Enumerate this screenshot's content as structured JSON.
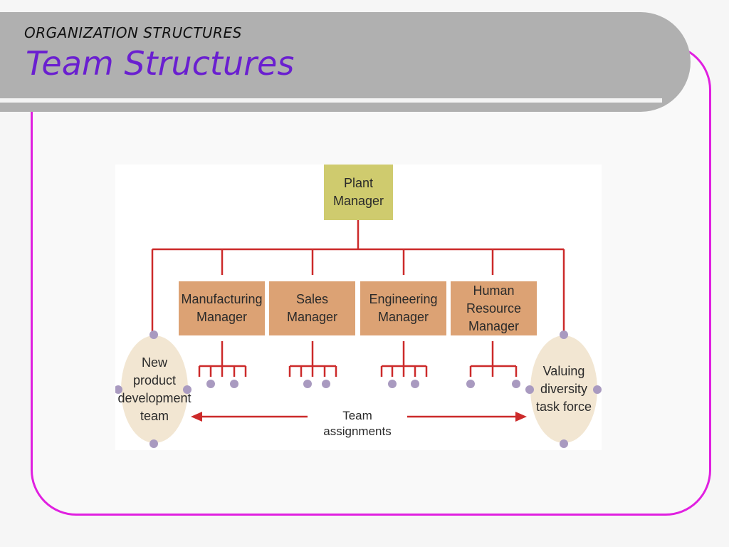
{
  "header": {
    "subtitle": "ORGANIZATION STRUCTURES",
    "title": "Team Structures"
  },
  "diagram": {
    "top": "Plant\nManager",
    "managers": [
      "Manufacturing\nManager",
      "Sales\nManager",
      "Engineering\nManager",
      "Human Resource\nManager"
    ],
    "teams": [
      "New\nproduct\ndevelopment\nteam",
      "Valuing\ndiversity\ntask force"
    ],
    "assignment_label": "Team assignments"
  },
  "colors": {
    "frame": "#e020e0",
    "title": "#6a1fd0",
    "connector": "#cc2a2a",
    "plant_box": "#cfcb6e",
    "manager_box": "#dca274",
    "team_circle": "#f2e6d2",
    "member_dot": "#a99ac0"
  }
}
